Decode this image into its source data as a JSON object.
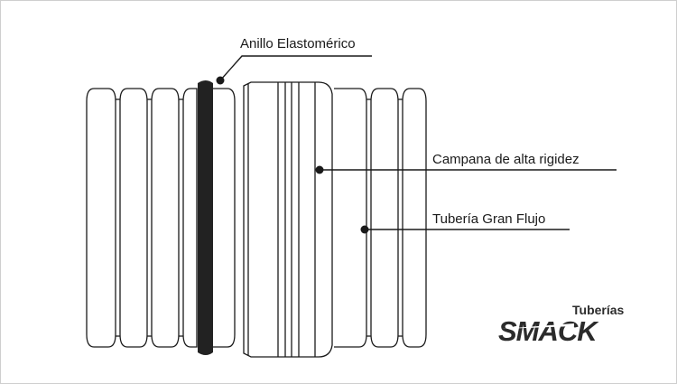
{
  "labels": {
    "ring": "Anillo Elastomérico",
    "bell": "Campana de alta rigidez",
    "pipe": "Tubería Gran Flujo"
  },
  "logo": {
    "small": "Tuberías",
    "big": "SMACK"
  },
  "colors": {
    "line": "#1a1a1a",
    "ring": "#222222",
    "logo": "#2b2b2b",
    "border": "#cfcfcf"
  }
}
